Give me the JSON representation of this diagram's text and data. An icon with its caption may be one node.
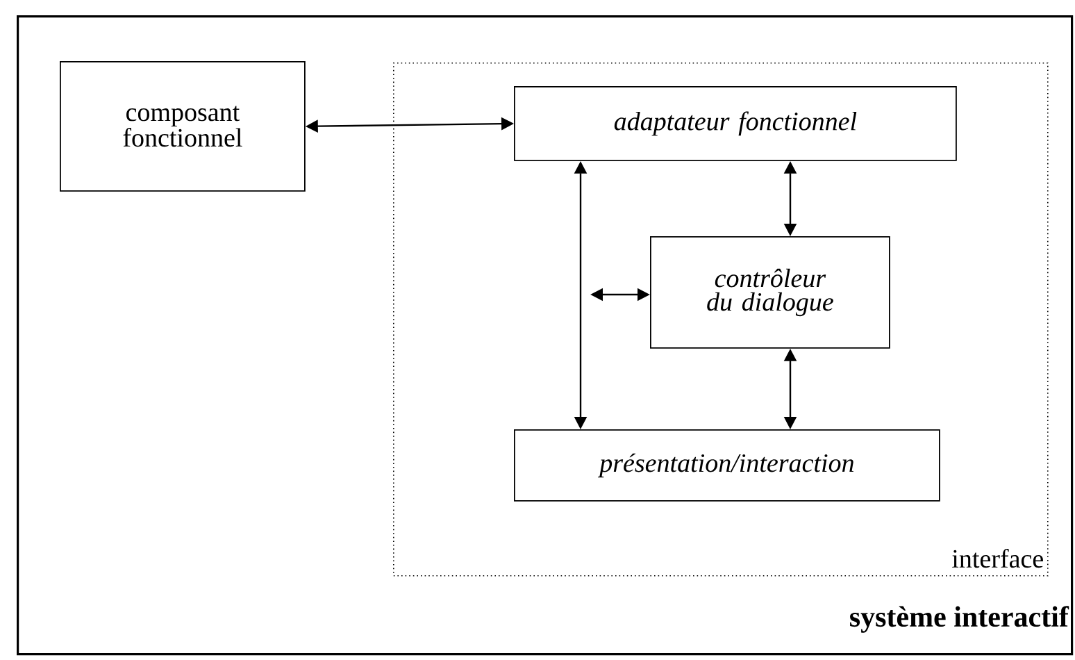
{
  "diagram": {
    "nodes": [
      {
        "text": [
          "système interactif"
        ]
      },
      {
        "text": [
          "composant fonctionnel"
        ],
        "in": 0
      },
      {
        "text": [
          "interface"
        ],
        "in": 0
      },
      {
        "text": [
          "adaptateur fonctionnel"
        ],
        "in": 2
      },
      {
        "text": [
          "contrôleur du dialogue"
        ],
        "in": 2
      },
      {
        "text": [
          "présentation/interaction"
        ],
        "in": 2
      }
    ],
    "edges": [
      {
        "from": 1,
        "to": 3,
        "arrow": "both"
      },
      {
        "from": 3,
        "to": 5,
        "arrow": "both"
      },
      {
        "from": 3,
        "to": 4,
        "arrow": "both"
      },
      {
        "from": 4,
        "to": 5,
        "arrow": "both"
      },
      {
        "from": null,
        "to": 4,
        "arrow": "both"
      }
    ]
  }
}
